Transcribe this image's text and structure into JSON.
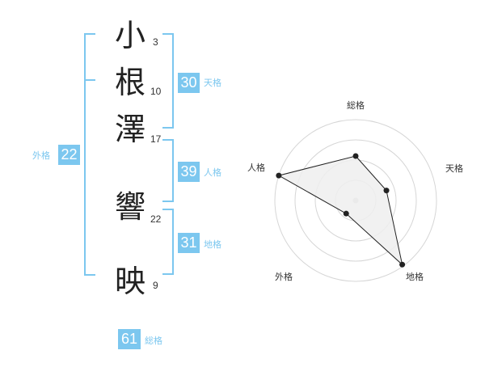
{
  "name": {
    "characters": [
      {
        "char": "小",
        "strokes": "3"
      },
      {
        "char": "根",
        "strokes": "10"
      },
      {
        "char": "澤",
        "strokes": "17"
      },
      {
        "char": "響",
        "strokes": "22"
      },
      {
        "char": "映",
        "strokes": "9"
      }
    ]
  },
  "kaku": {
    "tenkaku": {
      "value": "30",
      "label": "天格"
    },
    "jinkaku": {
      "value": "39",
      "label": "人格"
    },
    "chikaku": {
      "value": "31",
      "label": "地格"
    },
    "gaikaku": {
      "value": "22",
      "label": "外格"
    },
    "soukaku": {
      "value": "61",
      "label": "総格"
    }
  },
  "radar": {
    "axes": [
      "総格",
      "天格",
      "地格",
      "外格",
      "人格"
    ],
    "levels": 4,
    "values": [
      0.55,
      0.4,
      0.98,
      0.2,
      1.0
    ],
    "colors": {
      "grid": "#d6d6d6",
      "fill": "#efefef",
      "line": "#222222",
      "center": "#cccccc"
    }
  },
  "colors": {
    "accent": "#7cc7ef",
    "text": "#222222"
  }
}
